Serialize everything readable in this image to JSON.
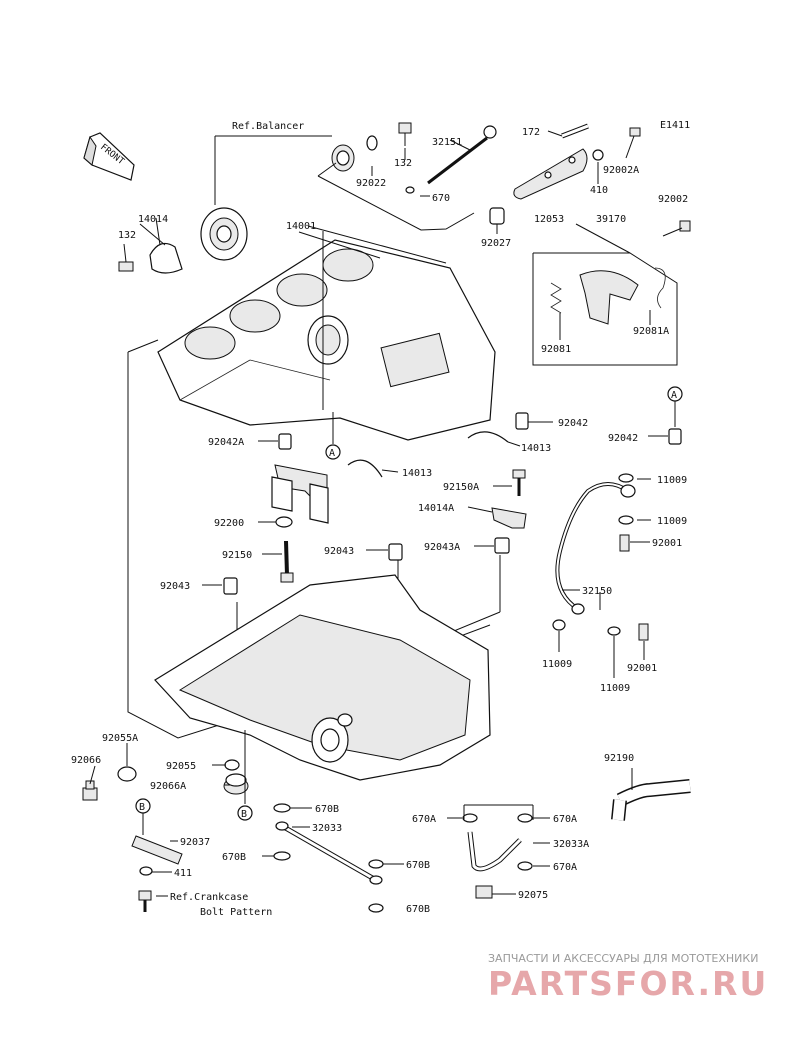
{
  "diagram": {
    "code": "E1411",
    "front_label": "FRONT",
    "ref_balancer": "Ref.Balancer",
    "ref_crankcase_1": "Ref.Crankcase",
    "ref_crankcase_2": "Bolt Pattern",
    "callout_a": "A",
    "callout_b": "B",
    "parts": {
      "p14001": "14001",
      "p14014": "14014",
      "p132a": "132",
      "p132b": "132",
      "p32151": "32151",
      "p92022": "92022",
      "p670": "670",
      "p172": "172",
      "p92002A": "92002A",
      "p410": "410",
      "p92002": "92002",
      "p92027": "92027",
      "p12053": "12053",
      "p39170": "39170",
      "p92081": "92081",
      "p92081A": "92081A",
      "p92042a": "92042",
      "p92042b": "92042",
      "p14013a": "14013",
      "p14013b": "14013",
      "p92042A": "92042A",
      "p92150A": "92150A",
      "p14014A": "14014A",
      "p11009a": "11009",
      "p11009b": "11009",
      "p11009c": "11009",
      "p11009d": "11009",
      "p92200": "92200",
      "p92043A": "92043A",
      "p92001a": "92001",
      "p92001b": "92001",
      "p92150": "92150",
      "p92043a": "92043",
      "p92043b": "92043",
      "p32150": "32150",
      "p92055A": "92055A",
      "p92066": "92066",
      "p92055": "92055",
      "p92066A": "92066A",
      "p92190": "92190",
      "p670B_top": "670B",
      "p32033": "32033",
      "p670A_l": "670A",
      "p670A_r1": "670A",
      "p32033A": "32033A",
      "p670A_r2": "670A",
      "p92037": "92037",
      "p670B_l": "670B",
      "p670B_r": "670B",
      "p411": "411",
      "p92075": "92075",
      "p670B_bot": "670B"
    }
  },
  "watermark": {
    "tagline": "ЗАПЧАСТИ И АКСЕССУАРЫ ДЛЯ МОТОТЕХНИКИ",
    "brand": "PARTSFOR.RU"
  }
}
